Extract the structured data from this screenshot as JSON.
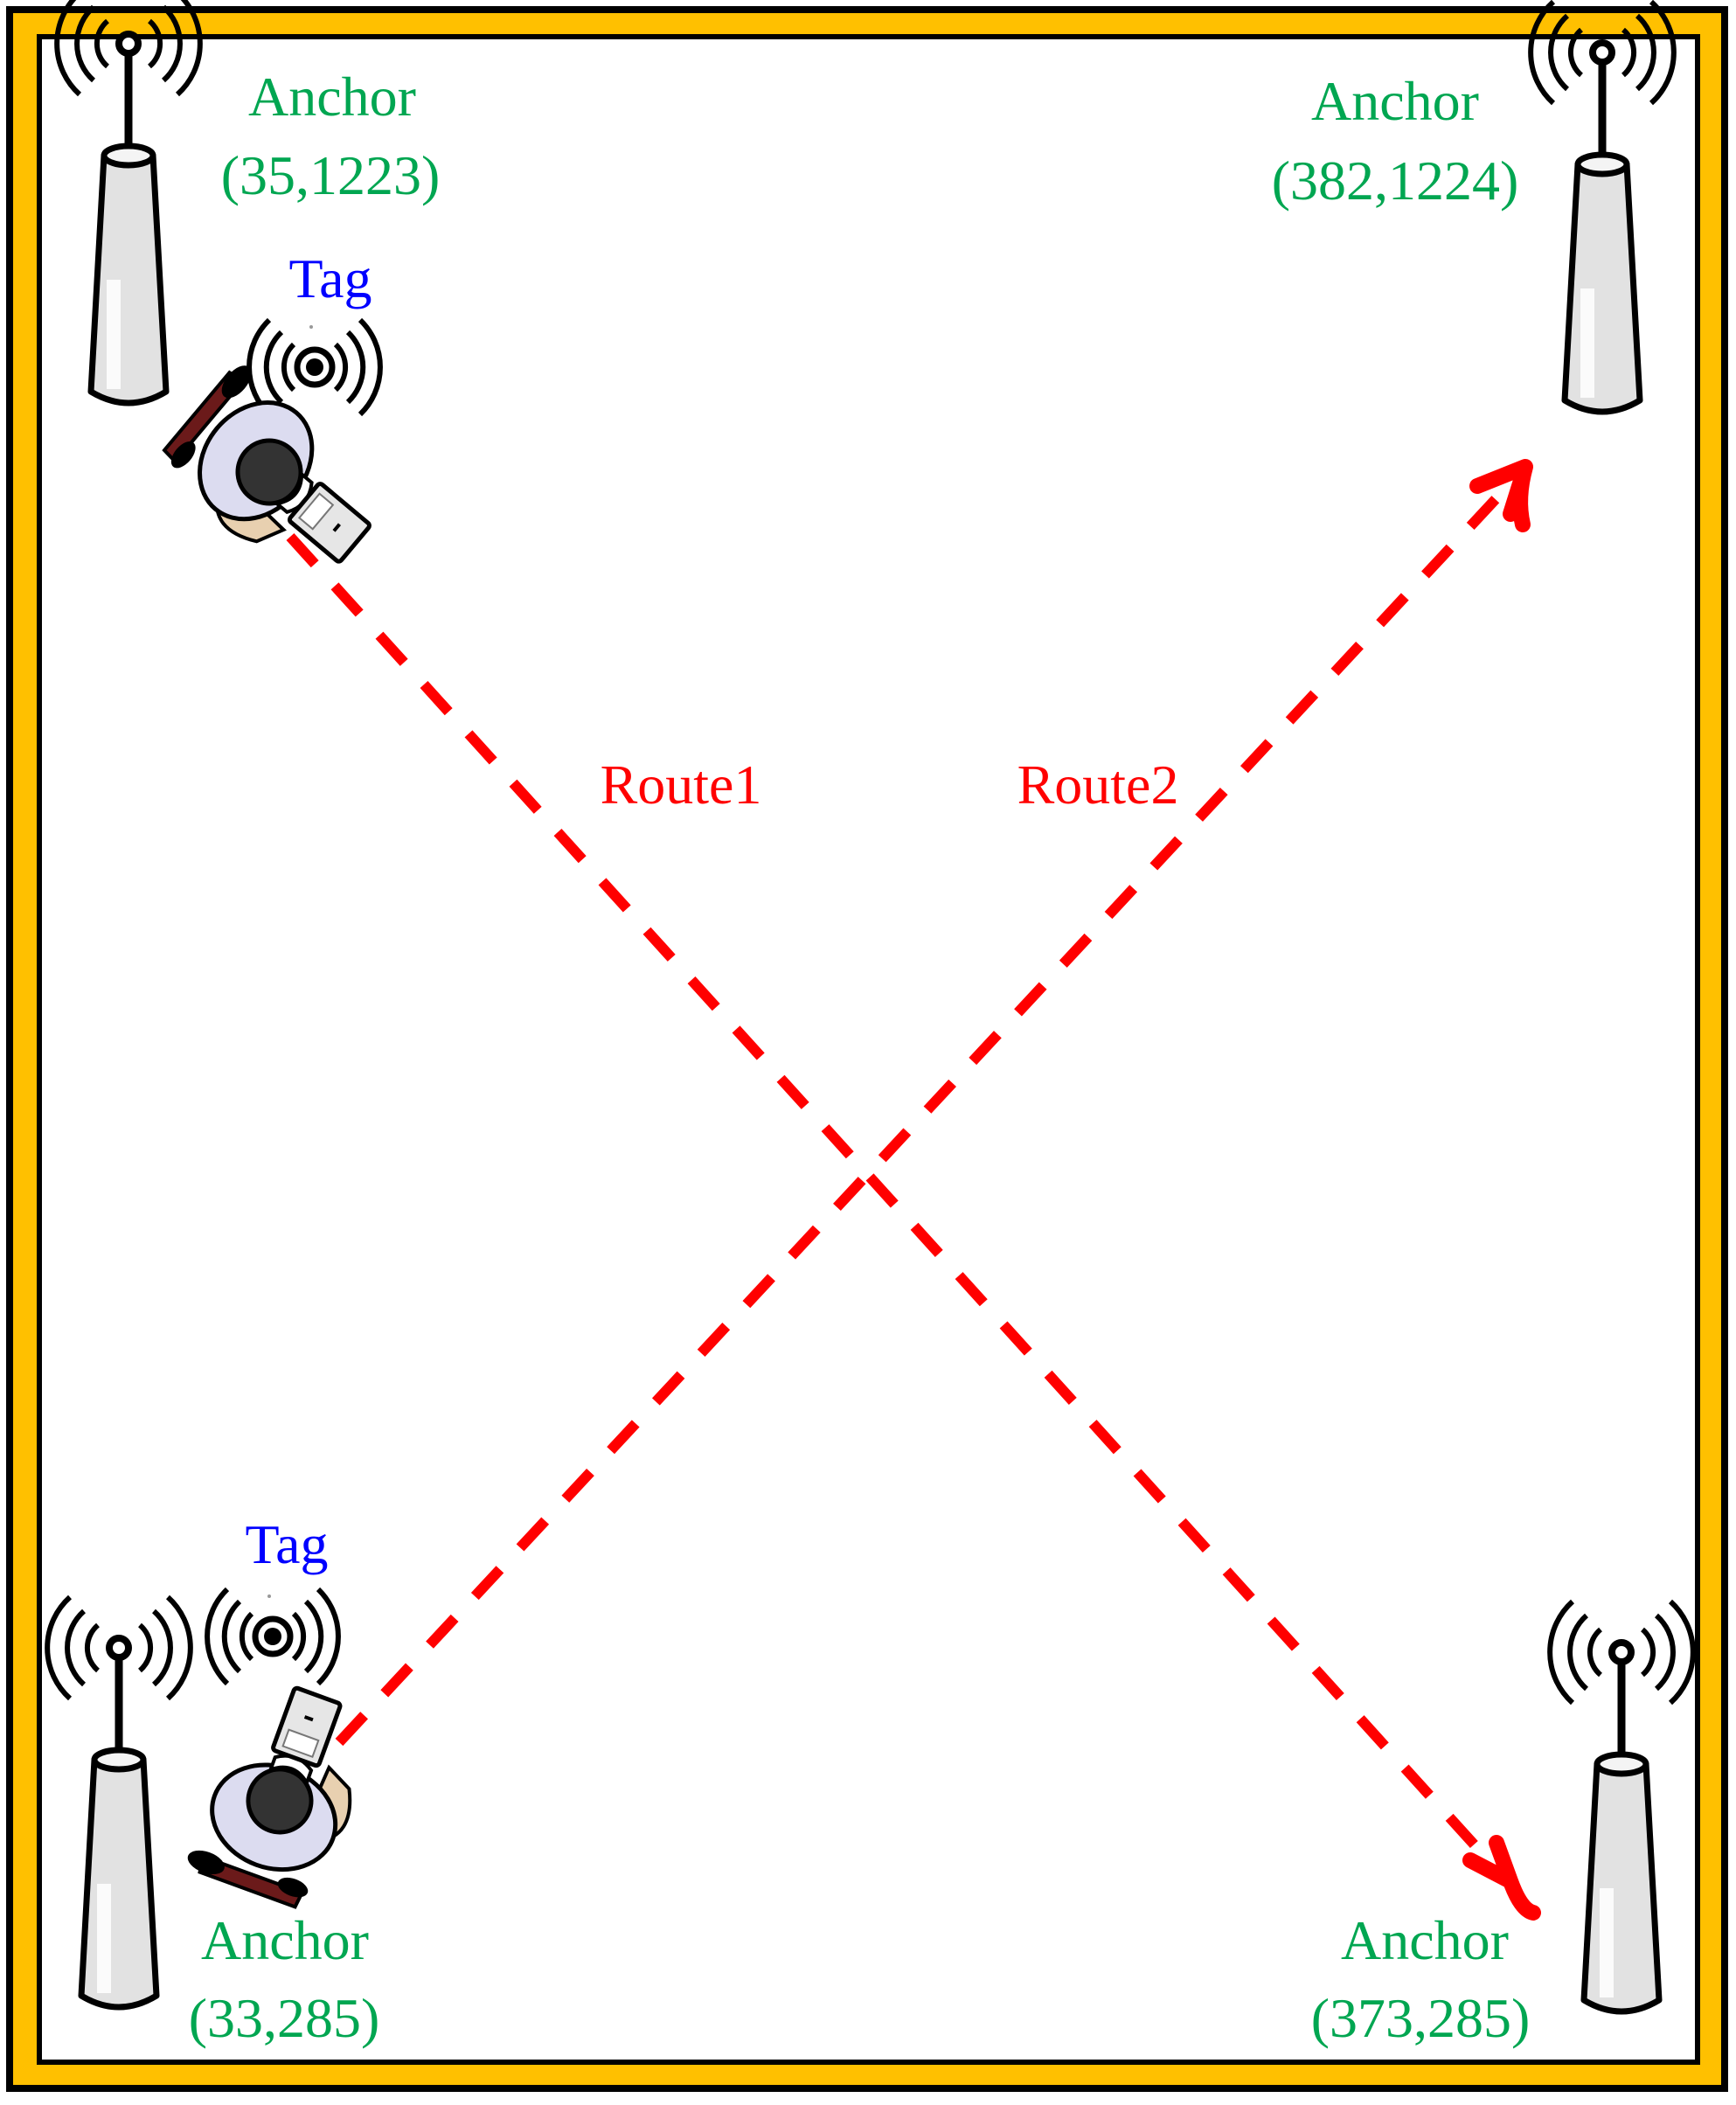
{
  "colors": {
    "frame": "#FFC000",
    "anchor_text": "#00A651",
    "tag_text": "#0000FF",
    "route": "#FF0000"
  },
  "anchors": {
    "top_left": {
      "label": "Anchor",
      "coords": "(35,1223)"
    },
    "top_right": {
      "label": "Anchor",
      "coords": "(382,1224)"
    },
    "bottom_left": {
      "label": "Anchor",
      "coords": "(33,285)"
    },
    "bottom_right": {
      "label": "Anchor",
      "coords": "(373,285)"
    }
  },
  "tags": {
    "top": {
      "label": "Tag"
    },
    "bottom": {
      "label": "Tag"
    }
  },
  "routes": {
    "route1": {
      "label": "Route1"
    },
    "route2": {
      "label": "Route2"
    }
  },
  "icons": [
    "antenna-icon",
    "tag-signal-icon",
    "person-topdown-icon"
  ]
}
